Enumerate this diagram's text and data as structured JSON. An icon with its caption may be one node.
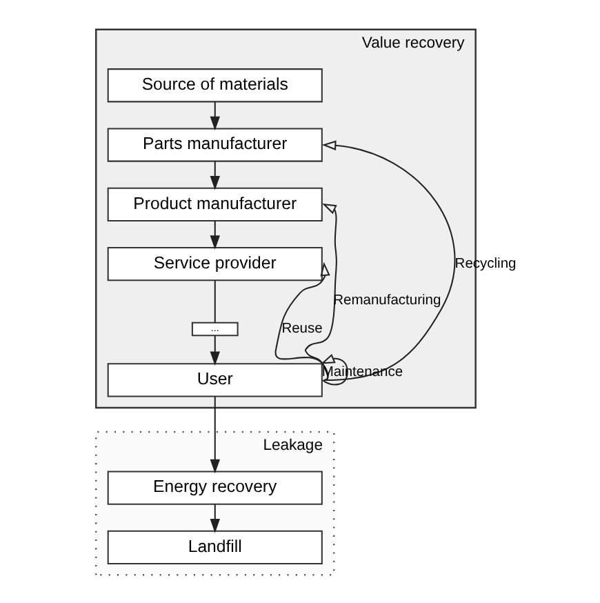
{
  "diagram": {
    "nodes": [
      {
        "text": [
          "Value recovery"
        ]
      },
      {
        "text": [
          "Source of materials"
        ],
        "in": 0
      },
      {
        "text": [
          "Parts manufacturer"
        ],
        "in": 0
      },
      {
        "text": [
          "Product manufacturer"
        ],
        "in": 0
      },
      {
        "text": [
          "Service provider"
        ],
        "in": 0
      },
      {
        "text": [
          "..."
        ],
        "in": 0
      },
      {
        "text": [
          "User"
        ],
        "in": 0
      },
      {
        "text": [
          "Leakage"
        ]
      },
      {
        "text": [
          "Energy recovery"
        ],
        "in": 7
      },
      {
        "text": [
          "Landfill"
        ],
        "in": 7
      }
    ],
    "edges": [
      {
        "from": 1,
        "to": 2,
        "arrow": "to"
      },
      {
        "from": 2,
        "to": 3,
        "arrow": "to"
      },
      {
        "from": 3,
        "to": 4,
        "arrow": "to"
      },
      {
        "from": 4,
        "to": 5,
        "arrow": "none"
      },
      {
        "from": 5,
        "to": 6,
        "arrow": "to"
      },
      {
        "from": 6,
        "to": 8,
        "arrow": "to"
      },
      {
        "from": 8,
        "to": 9,
        "arrow": "to"
      },
      {
        "from": 6,
        "to": 2,
        "arrow": "to",
        "label": "Recycling"
      },
      {
        "from": 6,
        "to": 3,
        "arrow": "to",
        "label": "Remanufacturing"
      },
      {
        "from": 6,
        "to": 4,
        "arrow": "to",
        "label": "Reuse"
      },
      {
        "from": 6,
        "to": 6,
        "arrow": "to",
        "label": "Maintenance"
      }
    ]
  }
}
